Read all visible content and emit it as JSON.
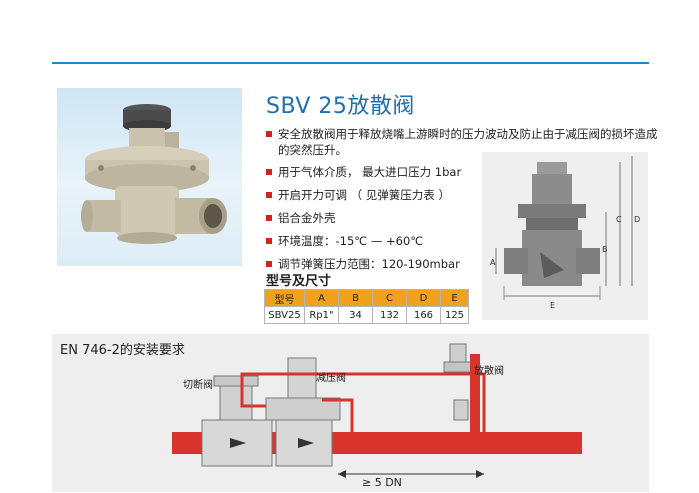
{
  "header": {
    "title": "SBV 25放散阀"
  },
  "features": [
    "安全放散阀用于释放烧嘴上游瞬时的压力波动及防止由于减压阀的损坏造成的突然压升。",
    "用于气体介质， 最大进口压力 1bar",
    "开启开力可调 （ 见弹簧压力表 ）",
    "铝合金外壳",
    "环境温度：-15℃ — +60℃",
    "调节弹簧压力范围：120-190mbar"
  ],
  "dimension_drawing": {
    "labels": {
      "a": "A",
      "b": "B",
      "c": "C",
      "d": "D",
      "e": "E"
    }
  },
  "spec_table": {
    "title": "型号及尺寸",
    "headers": [
      "型号",
      "A",
      "B",
      "C",
      "D",
      "E"
    ],
    "rows": [
      [
        "SBV25",
        "Rp1\"",
        "34",
        "132",
        "166",
        "125"
      ]
    ]
  },
  "installation": {
    "title": "EN 746-2的安装要求",
    "label_shutoff": "切断阀",
    "label_regulator": "减压阀",
    "label_relief": "放散阀",
    "distance": "≥ 5 DN"
  },
  "colors": {
    "accent_blue": "#1e88c8",
    "title_blue": "#1e6fb0",
    "bullet_red": "#d2231f",
    "table_header_orange": "#f0a21e",
    "pipe_red": "#d9342b"
  }
}
